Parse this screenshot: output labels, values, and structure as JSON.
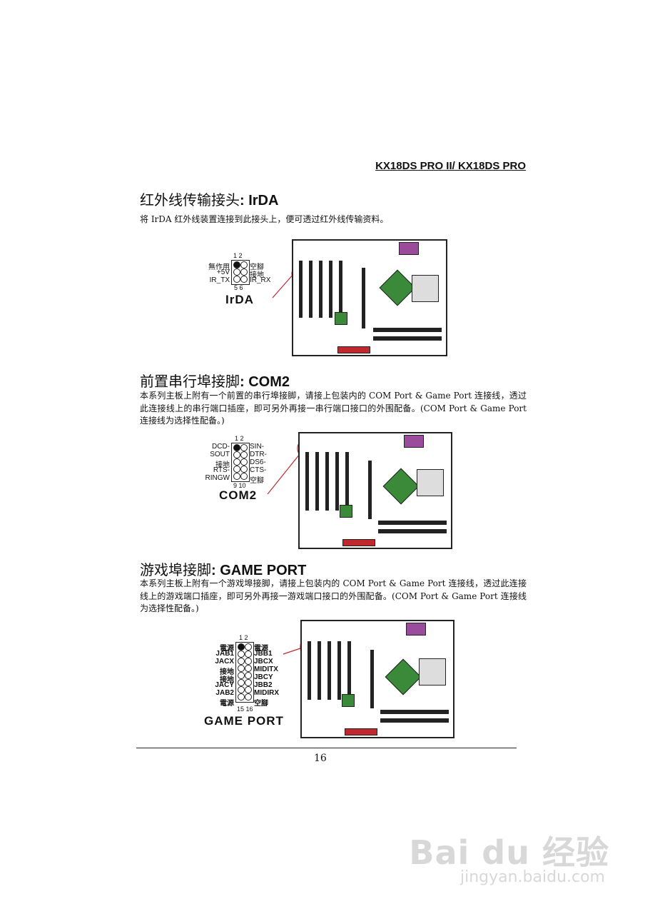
{
  "header": {
    "model": "KX18DS PRO II/ KX18DS PRO"
  },
  "sections": [
    {
      "title_cn": "红外线传输接头",
      "title_en": ": IrDA",
      "body": "将 IrDA 红外线装置连接到此接头上，便可透过红外线传输资料。",
      "connector_name": "IrDA",
      "pin_top": "1 2",
      "pin_bottom": "5 6",
      "left_labels": [
        "無作用",
        "+5V",
        "IR_TX"
      ],
      "right_labels": [
        "空腳",
        "接地",
        "IR_RX"
      ]
    },
    {
      "title_cn": "前置串行埠接脚",
      "title_en": ": COM2",
      "body": "本系列主板上附有一个前置的串行埠接脚，请接上包装内的 COM Port & Game Port 连接线，透过此连接线上的串行端口插座，即可另外再接一串行端口接口的外围配备。(COM Port & Game Port 连接线为选择性配备。)",
      "connector_name": "COM2",
      "pin_top": "1 2",
      "pin_bottom": "9 10",
      "left_labels": [
        "DCD-",
        "SOUT",
        "接地",
        "RTS-",
        "RINGW"
      ],
      "right_labels": [
        "SIN-",
        "DTR-",
        "DS6-",
        "CTS-",
        "空腳"
      ]
    },
    {
      "title_cn": "游戏埠接脚",
      "title_en": ": GAME PORT",
      "body": "本系列主板上附有一个游戏埠接脚，请接上包装内的 COM Port & Game Port 连接线，透过此连接线上的游戏端口插座，即可另外再接一游戏端口接口的外围配备。(COM Port & Game Port 连接线为选择性配备。)",
      "connector_name": "GAME PORT",
      "pin_top": "1 2",
      "pin_bottom": "15 16",
      "left_labels": [
        "電源",
        "JAB1",
        "JACX",
        "接地",
        "接地",
        "JACY",
        "JAB2",
        "電源"
      ],
      "right_labels": [
        "電源",
        "JBB1",
        "JBCX",
        "MIDITX",
        "JBCY",
        "JBB2",
        "MIDIRX",
        "空腳"
      ]
    }
  ],
  "footer": {
    "page_number": "16"
  },
  "watermark": {
    "brand": "Bai du 经验",
    "url": "jingyan.baidu.com"
  },
  "colors": {
    "chip": "#3a8a3a",
    "connector_red": "#c0282e",
    "callout": "#c0282e"
  }
}
